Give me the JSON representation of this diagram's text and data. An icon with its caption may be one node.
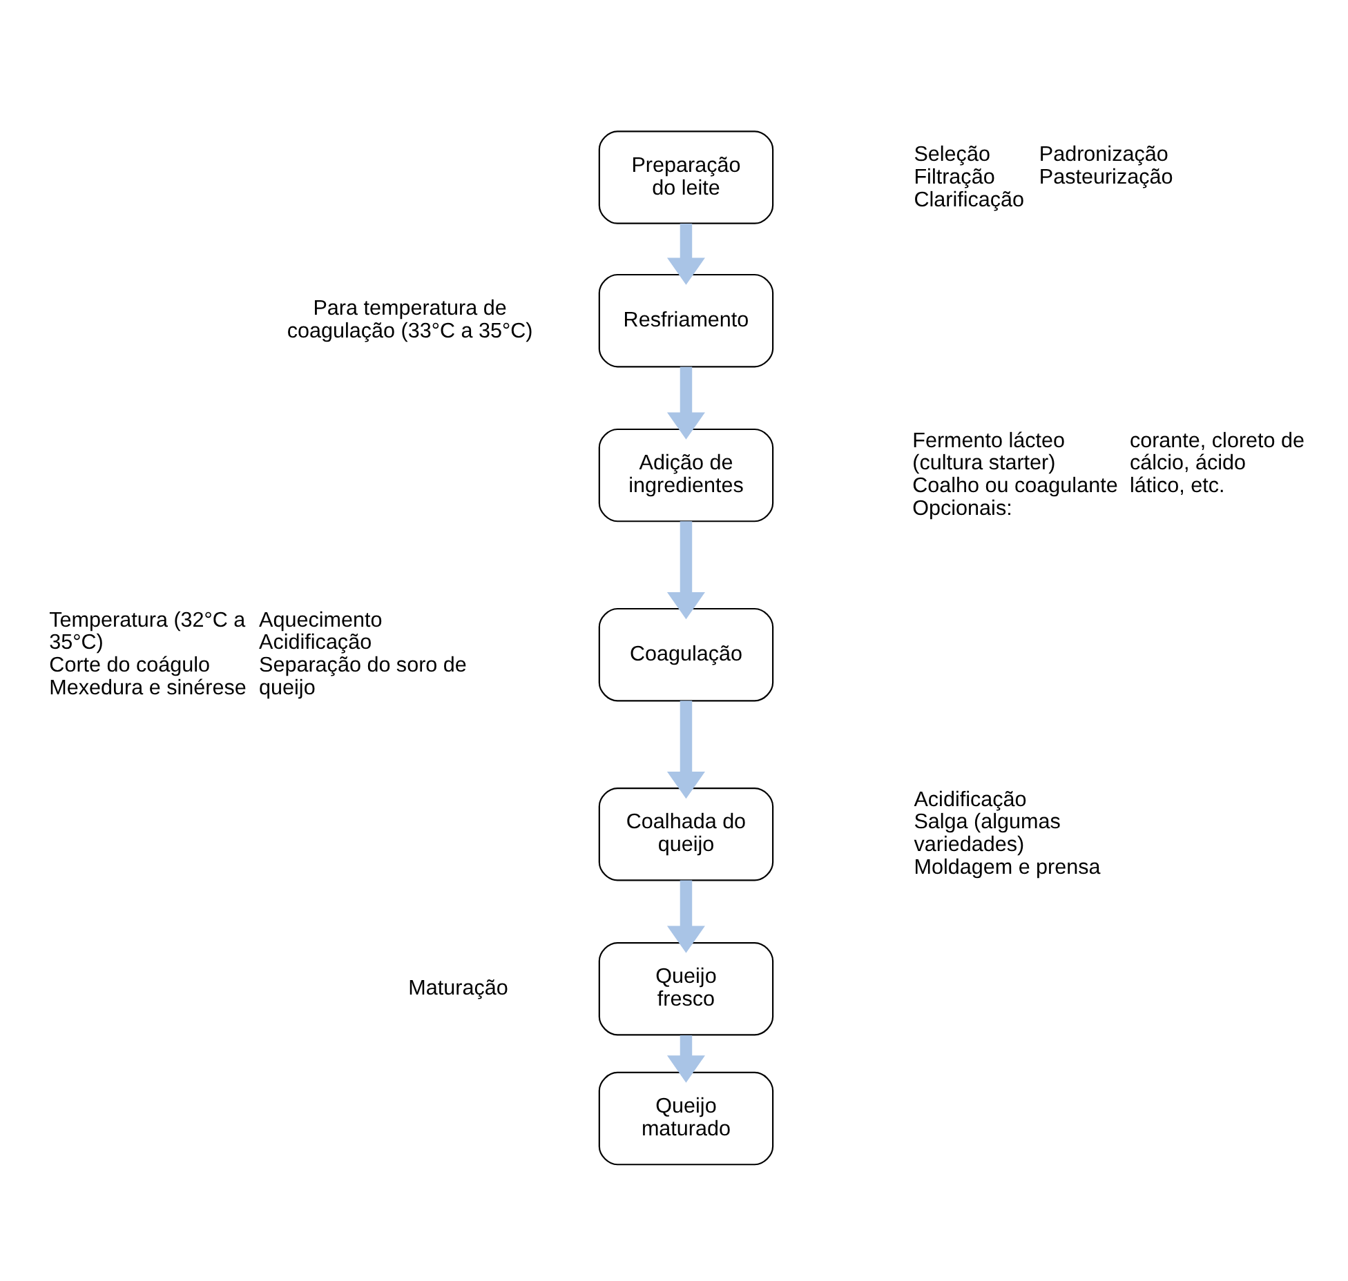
{
  "diagram": {
    "nodes": [
      {
        "text": [
          "Preparação do leite"
        ],
        "beside": [
          "Seleção",
          "Filtração",
          "Clarificação",
          "Padronização",
          "Pasteurização"
        ]
      },
      {
        "text": [
          "Resfriamento"
        ]
      },
      {
        "text": [
          "Adição de ingredientes"
        ],
        "beside": [
          "Fermento lácteo (cultura starter)",
          "Coalho ou coagulante",
          "Opcionais:",
          "corante, cloreto de cálcio, ácido lático, etc."
        ]
      },
      {
        "text": [
          "Coagulação"
        ],
        "beside": [
          "Temperatura (32°C a 35°C)",
          "Corte do coágulo",
          "Mexedura e sinérese",
          "Aquecimento",
          "Acidificação",
          "Separação do soro de queijo"
        ]
      },
      {
        "text": [
          "Coalhada do queijo"
        ],
        "beside": [
          "Acidificação",
          "Salga (algumas variedades)",
          "Moldagem e prensa"
        ]
      },
      {
        "text": [
          "Queijo fresco"
        ]
      },
      {
        "text": [
          "Queijo maturado"
        ]
      }
    ],
    "edges": [
      {
        "from": 0,
        "to": 1,
        "arrow": "to"
      },
      {
        "from": 1,
        "to": 2,
        "arrow": "to"
      },
      {
        "from": 2,
        "to": 3,
        "arrow": "to"
      },
      {
        "from": 3,
        "to": 4,
        "arrow": "to"
      },
      {
        "from": 4,
        "to": 5,
        "arrow": "to"
      },
      {
        "from": 5,
        "to": 6,
        "arrow": "to"
      }
    ],
    "labels": [
      "Para temperatura de coagulação (33°C a 35°C)",
      "Maturação"
    ]
  }
}
